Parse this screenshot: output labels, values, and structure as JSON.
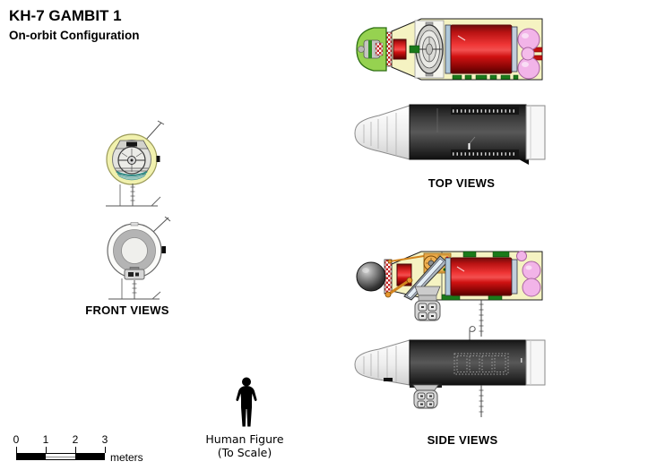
{
  "header": {
    "title": "KH-7 GAMBIT 1",
    "subtitle": "On-orbit Configuration"
  },
  "views": {
    "front": {
      "label": "FRONT VIEWS"
    },
    "top": {
      "label": "TOP VIEWS"
    },
    "side": {
      "label": "SIDE VIEWS"
    }
  },
  "scale_bar": {
    "tick_labels": [
      "0",
      "1",
      "2",
      "3"
    ],
    "unit_label": "meters"
  },
  "human_figure": {
    "caption_line1": "Human Figure",
    "caption_line2": "(To Scale)"
  },
  "colors": {
    "background": "#ffffff",
    "text": "#000000",
    "body_yellow": "#f5f3c2",
    "outline_dark": "#1c1c1c",
    "camera_red": "#d21414",
    "tank_pink": "#f2b4e8",
    "capsule_green": "#96d250",
    "equipment_green": "#1a7a1a",
    "structure_gray": "#cccccc",
    "vehicle_black": "#2f2f2f",
    "cone_white": "#f5f5f5",
    "machinery_orange": "#e8a848",
    "mirror_blue": "#e4eef6",
    "accent_teal": "#2f8b85"
  }
}
